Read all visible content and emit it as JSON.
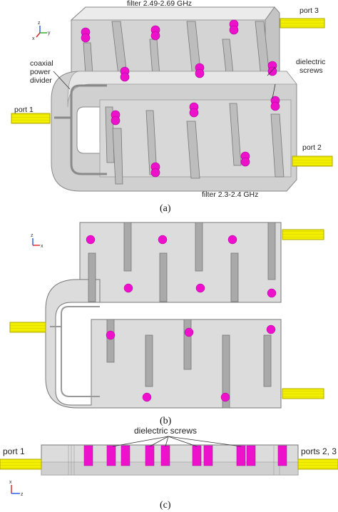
{
  "panel_a": {
    "caption": "(a)",
    "labels": {
      "filter_top": "filter 2.49-2.69 GHz",
      "filter_bottom": "filter 2.3-2.4 GHz",
      "port1": "port 1",
      "port2": "port 2",
      "port3": "port 3",
      "divider_l1": "coaxial",
      "divider_l2": "power",
      "divider_l3": "divider",
      "screws_l1": "dielectric",
      "screws_l2": "screws"
    }
  },
  "panel_b": {
    "caption": "(b)"
  },
  "panel_c": {
    "caption": "(c)",
    "labels": {
      "screws": "dielectric screws",
      "port1": "port 1",
      "ports23": "ports 2, 3"
    }
  },
  "axis_triads": [
    {
      "panel": "a",
      "axes": [
        "z",
        "y",
        "x"
      ]
    },
    {
      "panel": "b",
      "axes": [
        "z",
        "x"
      ]
    },
    {
      "panel": "c",
      "axes": [
        "x",
        "z"
      ]
    }
  ],
  "colors": {
    "screw": "#ee11cc",
    "coax": "#f2f000",
    "body_3d": "#d9d9d9",
    "body_2d": "#dcdcdc",
    "resonator": "#a9a9a9"
  }
}
